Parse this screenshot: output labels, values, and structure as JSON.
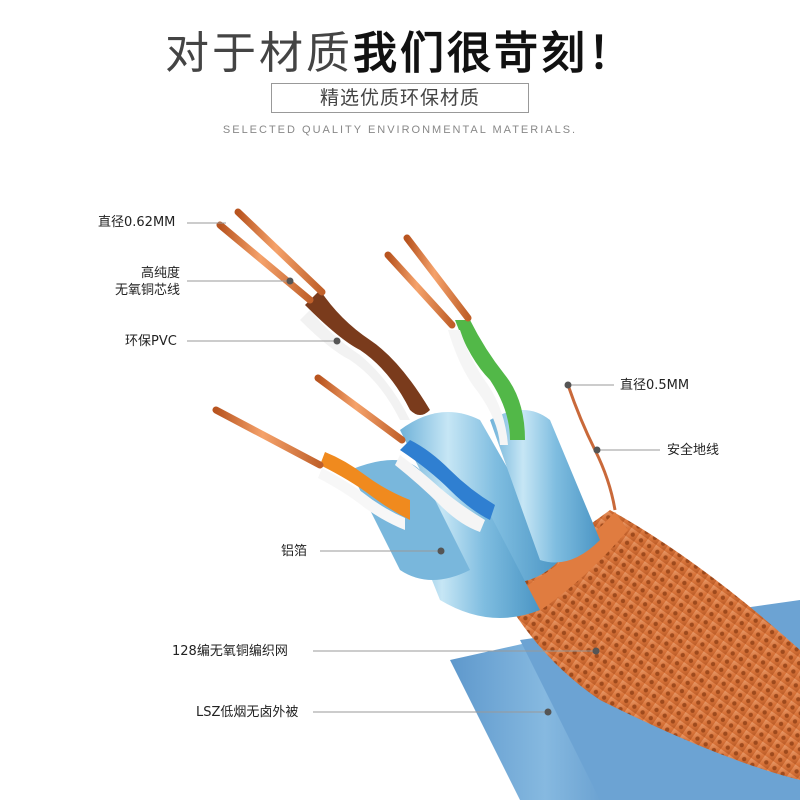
{
  "header": {
    "title_light": "对于材质",
    "title_bold": "我们很苛刻！",
    "subtitle": "精选优质环保材质",
    "tagline": "SELECTED QUALITY ENVIRONMENTAL MATERIALS."
  },
  "labels": {
    "diameter_conductor": "直径0.62MM",
    "pure_copper_line1": "高纯度",
    "pure_copper_line2": "无氧铜芯线",
    "pvc": "环保PVC",
    "diameter_ground": "直径0.5MM",
    "ground_wire": "安全地线",
    "foil": "铝箔",
    "braid": "128编无氧铜编织网",
    "jacket": "LSZ低烟无卤外被"
  },
  "colors": {
    "copper": "#d9743a",
    "jacket": "#74a9d6",
    "foil": "#8ec8e6",
    "pair_brown": "#7a3b1c",
    "pair_green": "#52b848",
    "pair_blue": "#2f7fd1",
    "pair_orange": "#f08a1e"
  }
}
